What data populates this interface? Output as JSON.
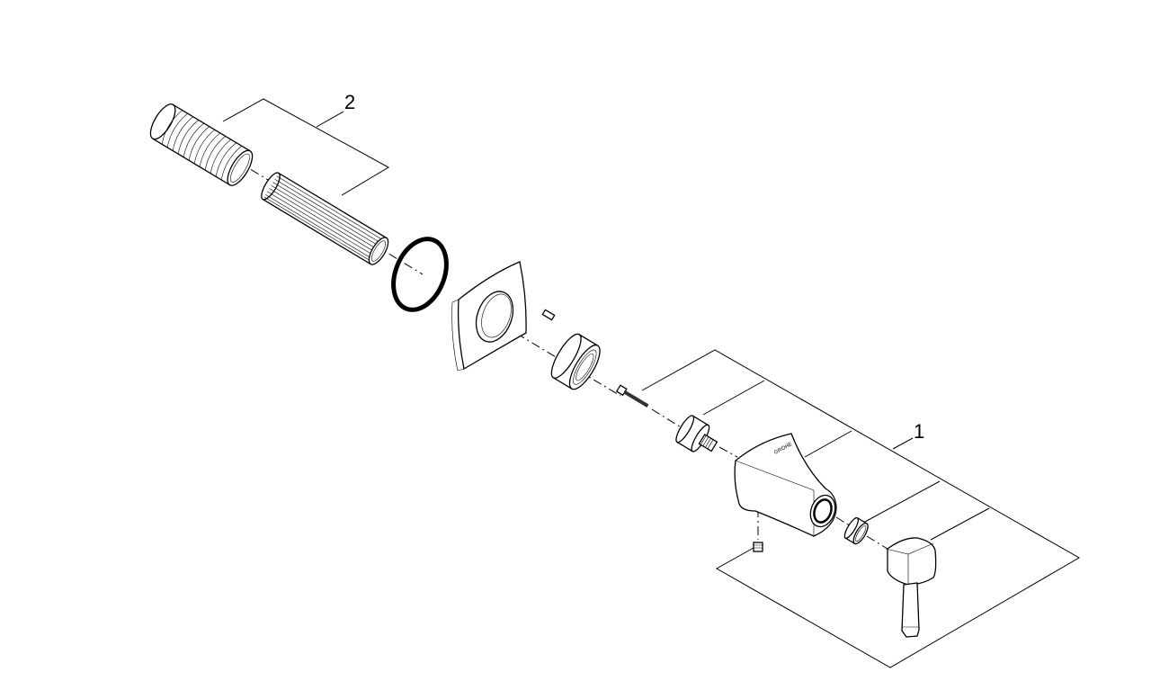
{
  "diagram": {
    "callouts": [
      {
        "id": "callout-1",
        "label": "1"
      },
      {
        "id": "callout-2",
        "label": "2"
      }
    ],
    "logo_text": "GROHE",
    "line_color": "#000000",
    "background": "#ffffff"
  }
}
